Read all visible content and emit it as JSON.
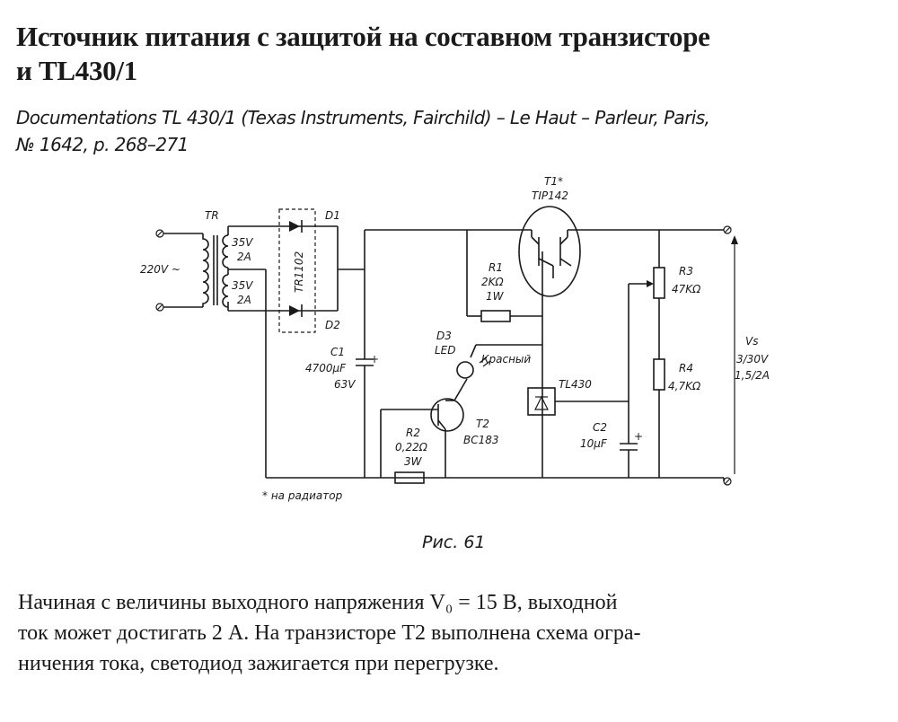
{
  "title_line1": "Источник питания с защитой на составном транзисторе",
  "title_line2": "и TL430/1",
  "source_line1": "Documentations TL 430/1 (Texas Instruments, Fairchild) – Le Haut – Parleur, Paris,",
  "source_line2": "№ 1642, p. 268–271",
  "schematic": {
    "tr": "TR",
    "mains": "220V ~",
    "w1_v": "35V",
    "w1_a": "2A",
    "w2_v": "35V",
    "w2_a": "2A",
    "bridge": "TR1102",
    "d1": "D1",
    "d2": "D2",
    "t1_ref": "T1*",
    "t1_part": "TIP142",
    "r1_ref": "R1",
    "r1_val": "2KΩ",
    "r1_pwr": "1W",
    "c1_ref": "C1",
    "c1_val": "4700μF",
    "c1_volt": "63V",
    "d3_ref": "D3",
    "d3_type": "LED",
    "d3_color": "Красный",
    "r2_ref": "R2",
    "r2_val": "0,22Ω",
    "r2_pwr": "3W",
    "t2_ref": "T2",
    "t2_part": "BC183",
    "tl": "TL430",
    "c2_ref": "C2",
    "c2_val": "10μF",
    "r3_ref": "R3",
    "r3_val": "47KΩ",
    "r4_ref": "R4",
    "r4_val": "4,7KΩ",
    "vs": "Vs",
    "vs_range": "3/30V",
    "vs_current": "1,5/2A",
    "heatsink_note": "* на радиатор",
    "plus": "+"
  },
  "caption": "Рис. 61",
  "body_line1": "Начиная с величины выходного напряжения V₀ = 15 В, выходной",
  "body_line2": "ток может достигать 2 А. На транзисторе Т2 выполнена схема огра-",
  "body_line3": "ничения тока, светодиод зажигается при перегрузке."
}
